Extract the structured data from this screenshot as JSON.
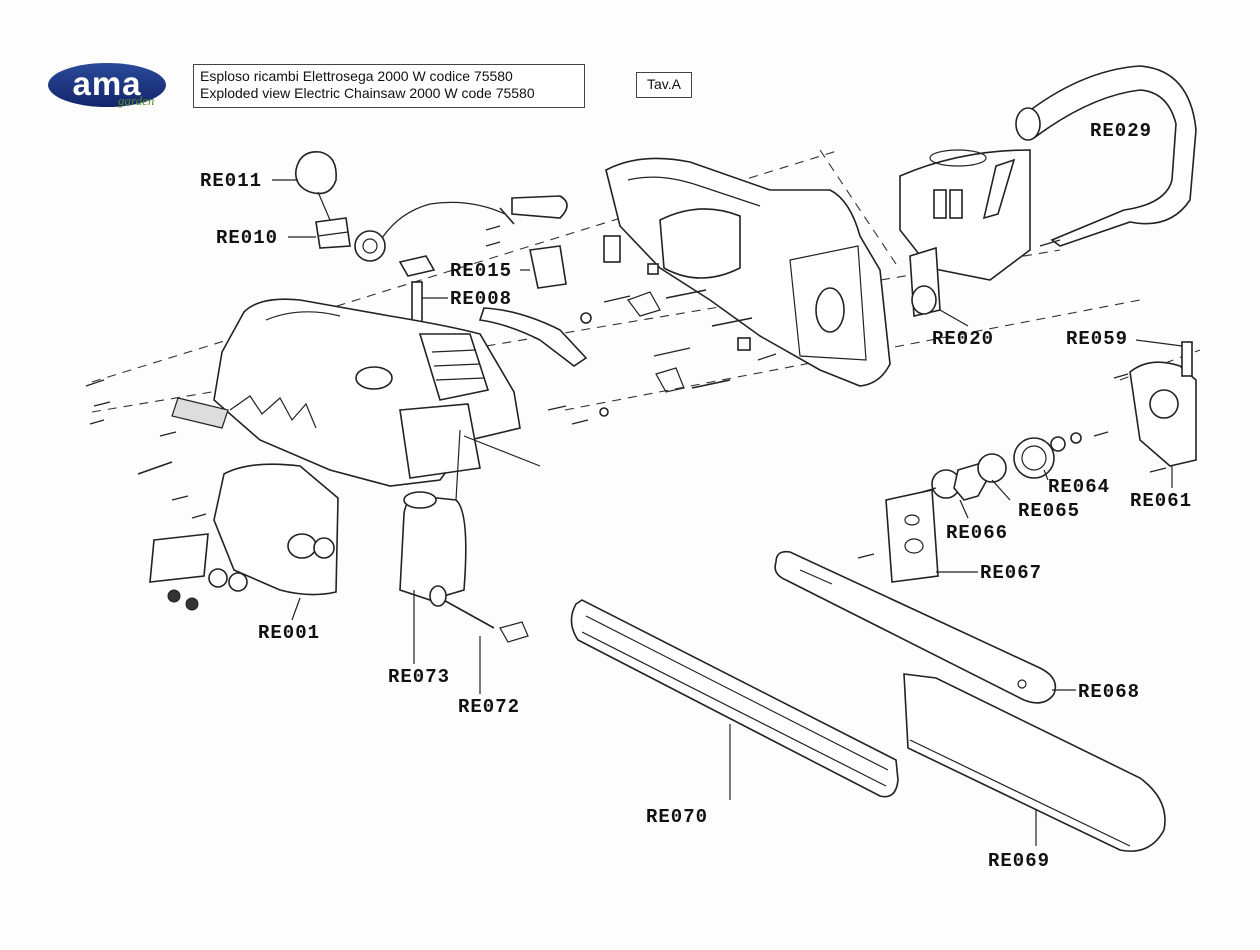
{
  "header": {
    "logo_text": "ama",
    "logo_subtext": "garden",
    "title_it": "Esploso ricambi Elettrosega 2000 W codice 75580",
    "title_en": "Exploded view Electric Chainsaw 2000 W code 75580",
    "sheet": "Tav.A"
  },
  "parts": {
    "re011": "RE011",
    "re010": "RE010",
    "re015": "RE015",
    "re008": "RE008",
    "re029": "RE029",
    "re020": "RE020",
    "re059": "RE059",
    "re064": "RE064",
    "re065": "RE065",
    "re066": "RE066",
    "re061": "RE061",
    "re067": "RE067",
    "re068": "RE068",
    "re001": "RE001",
    "re073": "RE073",
    "re072": "RE072",
    "re070": "RE070",
    "re069": "RE069"
  },
  "colors": {
    "logo": "#1f3a8a",
    "logo_sub": "#5a8a2a",
    "ink": "#222222"
  }
}
